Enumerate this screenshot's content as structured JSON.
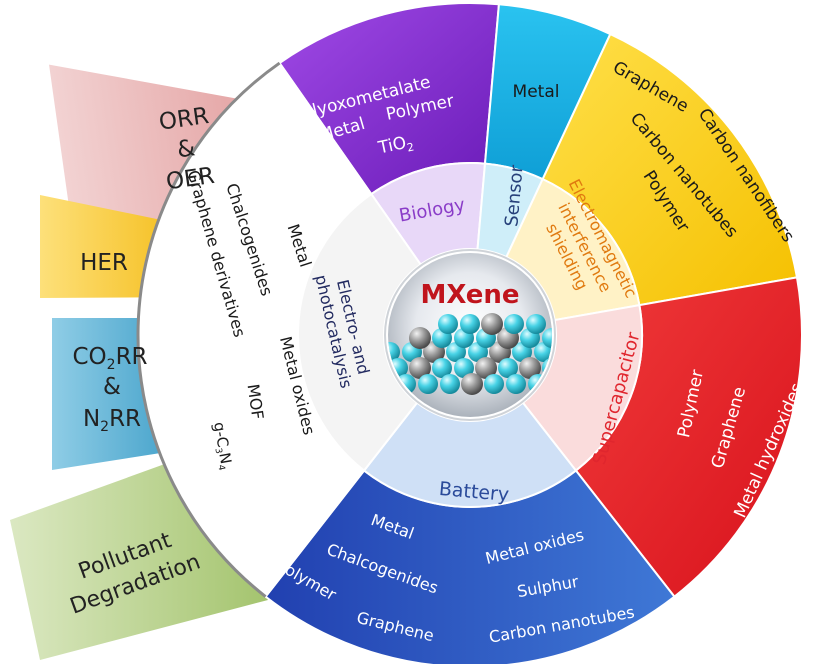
{
  "center": {
    "title": "MXene"
  },
  "inner_ring": {
    "biology": "Biology",
    "sensor": "Sensor",
    "emi_line1": "Electromagnetic",
    "emi_line2": "interference",
    "emi_line3": "shielding",
    "supercapacitor": "Supercapacitor",
    "battery": "Battery",
    "catalysis_line1": "Electro- and",
    "catalysis_line2": "photocatalysis"
  },
  "outer_ring": {
    "biology": {
      "polyoxometalate": "Polyoxometalate",
      "metal": "Metal",
      "polymer": "Polymer",
      "tio2_main": "TiO",
      "tio2_sub": "2"
    },
    "sensor": {
      "metal": "Metal"
    },
    "emi": {
      "graphene": "Graphene",
      "carbon_nanofibers": "Carbon nanofibers",
      "carbon_nanotubes": "Carbon nanotubes",
      "polymer": "Polymer"
    },
    "supercapacitor": {
      "polymer": "Polymer",
      "graphene": "Graphene",
      "metal_hydroxides": "Metal hydroxides"
    },
    "battery": {
      "metal": "Metal",
      "chalcogenides": "Chalcogenides",
      "metal_oxides": "Metal oxides",
      "sulphur": "Sulphur",
      "polymer": "Polymer",
      "graphene": "Graphene",
      "carbon_nanotubes": "Carbon nanotubes"
    },
    "catalysis": {
      "metal": "Metal",
      "chalcogenides": "Chalcogenides",
      "graphene_derivatives": "Graphene derivatives",
      "metal_oxides": "Metal oxides",
      "mof": "MOF",
      "gc3n4_a": "g-C",
      "gc3n4_b": "3",
      "gc3n4_c": "N",
      "gc3n4_d": "4"
    }
  },
  "side_tabs": {
    "orr_oer": {
      "l1": "ORR",
      "l2": "&",
      "l3": "OER"
    },
    "her": "HER",
    "co2rr": {
      "l1a": "CO",
      "l1b": "2",
      "l1c": "RR",
      "l2": "&",
      "l3a": "N",
      "l3b": "2",
      "l3c": "RR"
    },
    "pollutant": {
      "l1": "Pollutant",
      "l2": "Degradation"
    }
  },
  "colors": {
    "biology_outer": "#8a2bd6",
    "biology_inner": "#e8d8f8",
    "sensor_outer": "#1fb8e8",
    "sensor_inner": "#cfeef9",
    "emi_outer": "#ffd21a",
    "emi_inner": "#fff2c6",
    "supercap_outer": "#e8202a",
    "supercap_inner": "#fadcdc",
    "battery_outer": "#2850b8",
    "battery_inner": "#cfe0f6",
    "catalysis_outer": "#ffffff",
    "catalysis_inner": "#f4f4f4",
    "tab_orr": "#e8b2b2",
    "tab_her": "#f9c51c",
    "tab_co2": "#4aa7d0",
    "tab_pollutant": "#b2cc82"
  }
}
